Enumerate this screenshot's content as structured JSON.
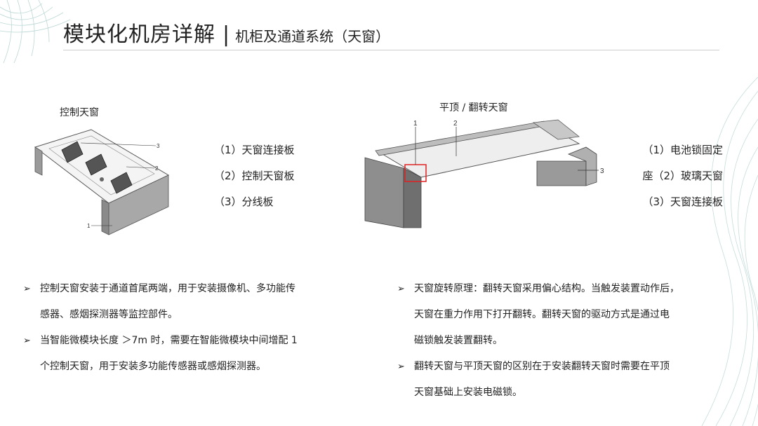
{
  "header": {
    "title": "模块化机房详解",
    "separator": "|",
    "subtitle": "机柜及通道系统（天窗）"
  },
  "left_figure": {
    "caption": "控制天窗",
    "callouts": [
      "1",
      "2",
      "3"
    ],
    "legend": [
      "（1）天窗连接板",
      "（2）控制天窗板",
      "（3）分线板"
    ]
  },
  "right_figure": {
    "caption": "平顶 / 翻转天窗",
    "callouts": [
      "1",
      "2",
      "3"
    ],
    "legend": [
      "（1）电池锁固定",
      "座（2）玻璃天窗",
      "（3）天窗连接板"
    ]
  },
  "bullets_left": [
    {
      "line1": "控制天窗安装于通道首尾两端，用于安装摄像机、多功能传",
      "line2": "感器、感烟探测器等监控部件。"
    },
    {
      "line1": "当智能微模块长度 ＞7m 时，需要在智能微模块中间增配 1",
      "line2": "个控制天窗，用于安装多功能传感器或感烟探测器。"
    }
  ],
  "bullets_right": [
    {
      "line1": "天窗旋转原理：翻转天窗采用偏心结构。当触发装置动作后，",
      "line2": "天窗在重力作用下打开翻转。翻转天窗的驱动方式是通过电",
      "line3": "磁锁触发装置翻转。"
    },
    {
      "line1": "翻转天窗与平顶天窗的区别在于安装翻转天窗时需要在平顶",
      "line2": "天窗基础上安装电磁锁。"
    }
  ],
  "bullet_marker": "➢",
  "colors": {
    "accent_teal": "#7fb7b2",
    "callout_red": "#e02020",
    "rule_gray": "#cfcfcf"
  }
}
